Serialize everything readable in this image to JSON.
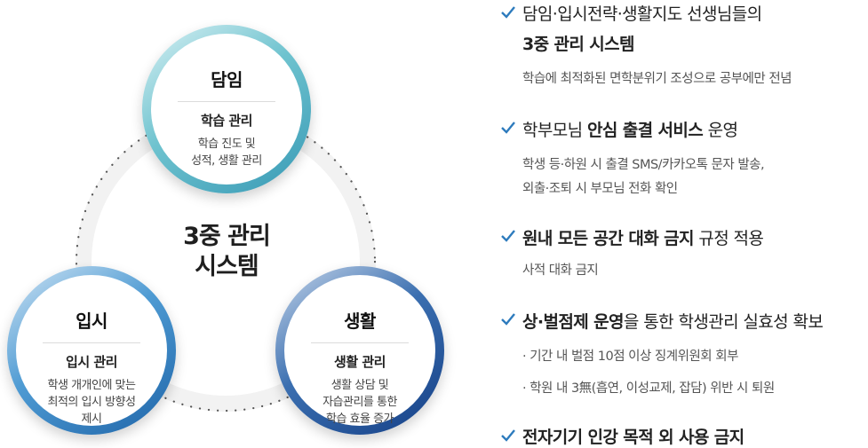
{
  "diagram": {
    "center_title_line1": "3중 관리",
    "center_title_line2": "시스템",
    "nodes": [
      {
        "title": "담임",
        "subtitle": "학습 관리",
        "desc": "학습 진도 및\n성적, 생활 관리"
      },
      {
        "title": "입시",
        "subtitle": "입시 관리",
        "desc": "학생 개개인에 맞는\n최적의 입시 방향성\n제시"
      },
      {
        "title": "생활",
        "subtitle": "생활 관리",
        "desc": "생활 상담 및\n자습관리를 통한\n학습 효율 증가"
      }
    ],
    "colors": {
      "light": "#6fc3cf",
      "mid": "#4f9bd3",
      "dark": "#143f86",
      "check": "#2d7bbd"
    }
  },
  "items": [
    {
      "heading_pre": "담임·입시전략·생활지도 선생님들의",
      "heading_bold": "3중 관리 시스템",
      "heading_post": "",
      "desc": [
        "학습에 최적화된 면학분위기 조성으로 공부에만 전념"
      ]
    },
    {
      "heading_pre": "학부모님 ",
      "heading_bold": "안심 출결 서비스",
      "heading_post": " 운영",
      "desc": [
        "학생 등·하원 시 출결 SMS/카카오톡 문자 발송,",
        "외출·조퇴 시 부모님 전화 확인"
      ]
    },
    {
      "heading_pre": "",
      "heading_bold": "원내 모든 공간 대화 금지",
      "heading_post": " 규정 적용",
      "desc": [
        "사적 대화 금지"
      ]
    },
    {
      "heading_pre": "",
      "heading_bold": "상·벌점제 운영",
      "heading_post": "을 통한 학생관리 실효성 확보",
      "desc": [
        "· 기간 내 벌점 10점 이상 징계위원회 회부",
        "· 학원 내 3無(흡연, 이성교제, 잡담) 위반 시 퇴원"
      ]
    },
    {
      "heading_pre": "",
      "heading_bold": "전자기기 인강 목적 외 사용 금지",
      "heading_post": "",
      "desc": []
    }
  ]
}
